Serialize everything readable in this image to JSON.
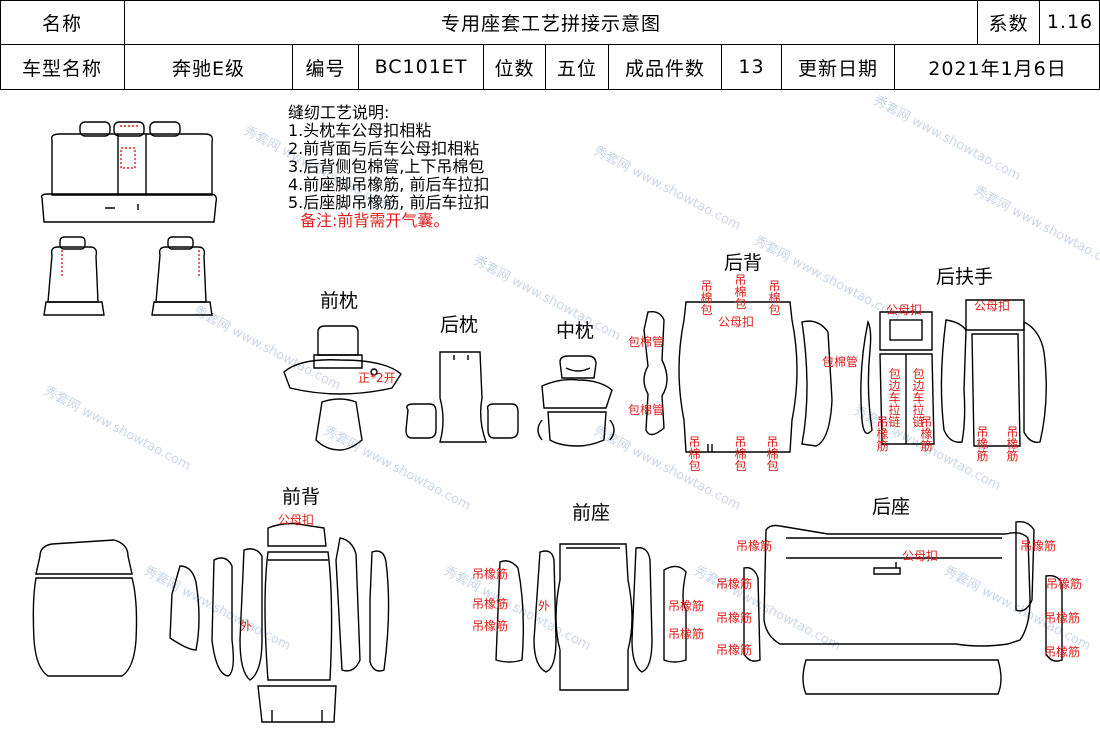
{
  "header": {
    "name_label": "名称",
    "title": "专用座套工艺拼接示意图",
    "coef_label": "系数",
    "coef_value": "1.16",
    "model_label": "车型名称",
    "model_value": "奔驰E级",
    "code_label": "编号",
    "code_value": "BC101ET",
    "seats_label": "位数",
    "seats_value": "五位",
    "pieces_label": "成品件数",
    "pieces_value": "13",
    "date_label": "更新日期",
    "date_value": "2021年1月6日"
  },
  "notes": {
    "title": "缝纫工艺说明:",
    "items": [
      "1.头枕车公母扣相粘",
      "2.前背面与后车公母扣相粘",
      "3.后背侧包棉管,上下吊棉包",
      "4.前座脚吊橡筋,  前后车拉扣",
      "5.后座脚吊橡筋,  前后车拉扣"
    ],
    "remark": "备注:前背需开气囊。"
  },
  "sections": {
    "front_headrest": "前枕",
    "rear_headrest": "后枕",
    "mid_headrest": "中枕",
    "rear_back": "后背",
    "rear_armrest": "后扶手",
    "front_back": "前背",
    "front_seat": "前座",
    "rear_seat": "后座"
  },
  "labels": {
    "open_x2": "正*2开",
    "cotton_pad": "吊棉包",
    "snap": "公母扣",
    "cotton_tube": "包棉管",
    "elastic": "吊橡筋",
    "outer": "外",
    "wrap_pull": "包边车拉链"
  },
  "watermark": {
    "text": "秀套网 www.showtao.com"
  }
}
